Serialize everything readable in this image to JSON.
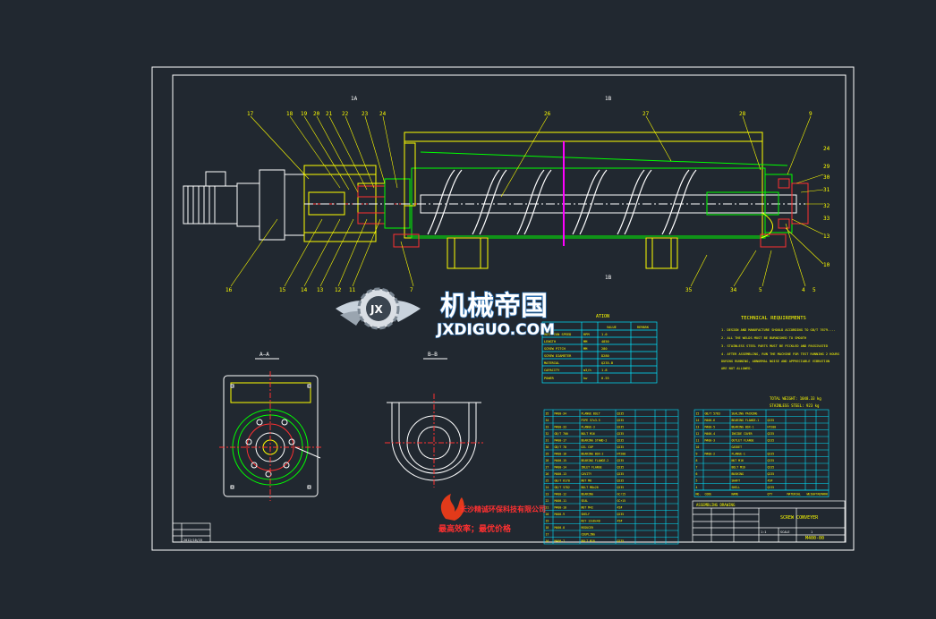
{
  "drawing": {
    "section_top_left": "1A",
    "section_top_mid": "1B",
    "section_lower_mid": "1B",
    "view_a_label": "A—A",
    "view_b_label": "B—B",
    "callouts_top": [
      "17",
      "18",
      "19",
      "20",
      "21",
      "22",
      "23",
      "24",
      "26",
      "27",
      "28",
      "9"
    ],
    "callouts_right": [
      "24",
      "29",
      "30",
      "31",
      "32",
      "33",
      "13",
      "10"
    ],
    "callouts_bottom": [
      "16",
      "15",
      "14",
      "13",
      "12",
      "11",
      "7",
      "35",
      "34",
      "5",
      "4",
      "5"
    ]
  },
  "watermark": {
    "cn_title": "机械帝国",
    "url": "JXDIGUO.COM",
    "badge": "JX",
    "company": "长沙精诚环保科技有限公司",
    "slogan": "最高效率；最优价格"
  },
  "parameters": {
    "title": "ATION",
    "headers": [
      "",
      "",
      "VALUE",
      "REMARK"
    ],
    "rows": [
      [
        "ROTATION SPEED",
        "RPM",
        "1.0",
        ""
      ],
      [
        "LENGTH",
        "MM",
        "4850",
        ""
      ],
      [
        "SCREW PITCH",
        "MM",
        "280",
        ""
      ],
      [
        "SCREW DIAMETER",
        "",
        "D280",
        ""
      ],
      [
        "MATERIAL",
        "",
        "Q235-B",
        ""
      ],
      [
        "CAPACITY",
        "m3/h",
        "1.8",
        ""
      ],
      [
        "POWER",
        "kw",
        "0.55",
        ""
      ]
    ]
  },
  "tech_req": {
    "title": "TECHNICAL REQUIREMENTS",
    "lines": [
      "1. DESIGN AND MANUFACTURE SHOULD ACCORDING TO GB/T 7679-...",
      "2. ALL THE WELDS MUST BE BURNISHED TO SMOOTH",
      "3. STAINLESS STEEL PARTS MUST BE PICKLED AND PASSIVATED",
      "4. AFTER ASSEMBLING, RUN THE MACHINE FOR TEST RUNNING 2 HOURS",
      "   DURING RUNNING, ABNORMAL NOISE AND APPRECIABLE VIBRATION",
      "   ARE NOT ALLOWED."
    ],
    "weight1": "TOTAL WEIGHT: 1048.33 kg",
    "weight2": "STAINLESS STEEL: 923 kg"
  },
  "bom": {
    "left_rows": [
      [
        "35",
        "M400-34",
        "FLANGE BOLT",
        "Q235",
        "",
        "",
        ""
      ],
      [
        "34",
        "",
        "PIPE 57x3.5",
        "Q235",
        "",
        "",
        ""
      ],
      [
        "33",
        "M400-33",
        "FLANGE-3",
        "Q235",
        "",
        "",
        ""
      ],
      [
        "32",
        "GB/T 700",
        "BOLT M16",
        "Q235",
        "",
        "",
        ""
      ],
      [
        "31",
        "M400-17",
        "BEARING STAND-2",
        "Q235",
        "",
        "",
        ""
      ],
      [
        "30",
        "GB/T 70",
        "OIL CUP",
        "Q235",
        "",
        "",
        ""
      ],
      [
        "29",
        "M400-16",
        "BEARING BOX-2",
        "HT200",
        "",
        "",
        ""
      ],
      [
        "28",
        "M400-15",
        "BEARING FLANGE-2",
        "Q235",
        "",
        "",
        ""
      ],
      [
        "27",
        "M400-14",
        "INLET FLANGE",
        "Q235",
        "",
        "",
        ""
      ],
      [
        "26",
        "M400-13",
        "CAVITY",
        "Q235",
        "",
        "",
        ""
      ],
      [
        "25",
        "GB/T 6170",
        "NUT M8",
        "Q235",
        "",
        "",
        ""
      ],
      [
        "24",
        "GB/T 5782",
        "BOLT M8x20",
        "Q235",
        "",
        "",
        ""
      ],
      [
        "23",
        "M400-12",
        "BEARING",
        "GCr15",
        "",
        "",
        ""
      ],
      [
        "22",
        "M400-11",
        "SEAL",
        "GCr15",
        "",
        "",
        ""
      ],
      [
        "21",
        "M400-10",
        "NUT M42",
        "45#",
        "",
        "",
        ""
      ],
      [
        "20",
        "M400-9",
        "SHELF",
        "Q235",
        "",
        "",
        ""
      ],
      [
        "19",
        "",
        "KEY 12x8x40",
        "45#",
        "",
        "",
        ""
      ],
      [
        "18",
        "M400-8",
        "REDUCER",
        "",
        "",
        "",
        ""
      ],
      [
        "17",
        "",
        "COUPLING",
        "",
        "",
        "",
        ""
      ],
      [
        "16",
        "M400-7",
        "BOLT M10",
        "Q235",
        "",
        "",
        ""
      ]
    ],
    "right_rows": [
      [
        "15",
        "GB/T 5783",
        "SEALING PACKING",
        "",
        "",
        "",
        ""
      ],
      [
        "14",
        "M400-6",
        "BEARING FLANGE-1",
        "Q235",
        "",
        "",
        ""
      ],
      [
        "13",
        "M400-5",
        "BEARING BOX-1",
        "HT200",
        "",
        "",
        ""
      ],
      [
        "12",
        "M400-4",
        "INSIDE COVER",
        "Q235",
        "",
        "",
        ""
      ],
      [
        "11",
        "M400-3",
        "OUTLET FLANGE",
        "Q235",
        "",
        "",
        ""
      ],
      [
        "10",
        "",
        "GASKET",
        "",
        "",
        "",
        ""
      ],
      [
        "9",
        "M400-2",
        "FLANGE-1",
        "Q235",
        "",
        "",
        ""
      ],
      [
        "8",
        "",
        "NUT M16",
        "Q235",
        "",
        "",
        ""
      ],
      [
        "7",
        "",
        "BOLT M16",
        "Q235",
        "",
        "",
        ""
      ],
      [
        "6",
        "",
        "BUSHING",
        "Q235",
        "",
        "",
        ""
      ],
      [
        "5",
        "",
        "SHAFT",
        "45#",
        "",
        "",
        ""
      ],
      [
        "4",
        "",
        "SHELL",
        "Q235",
        "",
        "",
        ""
      ]
    ],
    "header": [
      "NO.",
      "CODE",
      "NAME",
      "QTY",
      "MATERIAL",
      "WEIGHT",
      "REMARK"
    ]
  },
  "title_block": {
    "assembly": "ASSEMBLING DRAWING",
    "product": "SCREW CONVEYER",
    "drawing_no": "M400-00",
    "scale_label": "SCALE",
    "scale": "1:1",
    "sheet": "1",
    "rev_date": "2012/10/15"
  },
  "colors": {
    "background": "#212830",
    "frame": "#ffffff",
    "outline": "#ffff00",
    "green": "#00ff00",
    "red": "#ff3030",
    "cyan": "#00e5ff",
    "magenta": "#ff00ff",
    "white": "#ffffff"
  }
}
